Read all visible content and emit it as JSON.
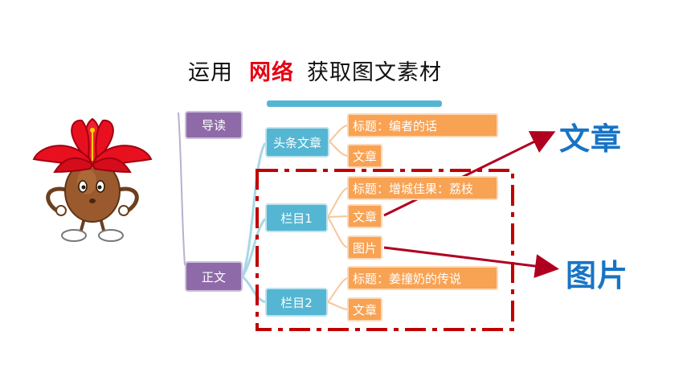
{
  "title": {
    "before": "运用",
    "highlight": "网络",
    "after": "获取图文素材"
  },
  "mindmap": {
    "intro": "导读",
    "body": "正文",
    "headline": "头条文章",
    "headline_title": "标题：编者的话",
    "headline_article": "文章",
    "column1": "栏目1",
    "column1_title": "标题：增城佳果：荔枝",
    "column1_article": "文章",
    "column1_picture": "图片",
    "column2": "栏目2",
    "column2_title": "标题：姜撞奶的传说",
    "column2_article": "文章"
  },
  "callouts": {
    "article": "文章",
    "picture": "图片"
  },
  "colors": {
    "highlight": "#e60012",
    "purple_node": "#8e6ba8",
    "teal_node": "#54b6d3",
    "orange_node": "#f8a253",
    "dashed_box": "#c00000",
    "arrow": "#b00020",
    "callout_text": "#1874c5"
  }
}
